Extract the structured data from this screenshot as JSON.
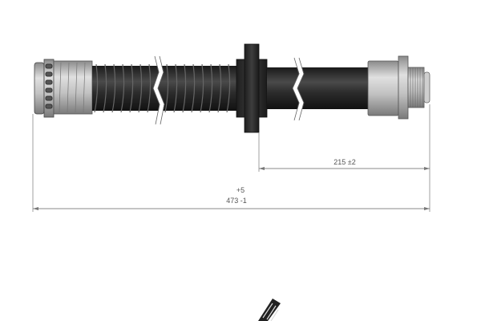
{
  "drawing": {
    "subject": "brake-hose",
    "dimensions": {
      "partial_length": {
        "label": "215 ±2"
      },
      "total_length": {
        "upper_tolerance": "+5",
        "label": "473 -1"
      }
    },
    "colors": {
      "hose": "#2a2a2a",
      "fitting_metal": "#bdbdbd",
      "dimension_line": "#888888",
      "background": "#ffffff"
    }
  }
}
